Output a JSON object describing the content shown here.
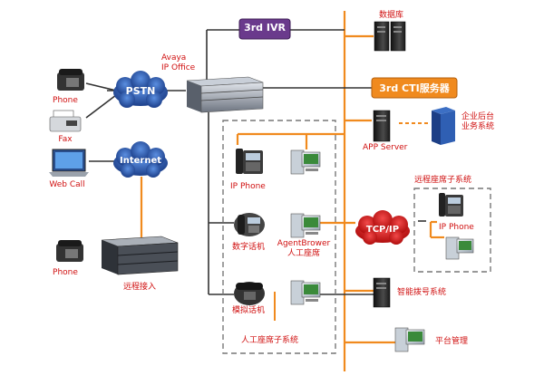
{
  "nodes": {
    "ivr": "3rd IVR",
    "cti": "3rd CTI服务器",
    "avaya": "Avaya\nIP Office",
    "pstn": "PSTN",
    "internet": "Internet",
    "tcpip": "TCP/IP",
    "phone1": "Phone",
    "fax": "Fax",
    "webcall": "Web Call",
    "phone2": "Phone",
    "remote_access": "远程接入",
    "database": "数据库",
    "enterprise": "企业后台\n业务系统",
    "app_server": "APP Server",
    "ip_phone": "IP Phone",
    "digital_phone": "数字话机",
    "agent_browser": "AgentBrower\n人工座席",
    "analog_phone": "模拟话机",
    "agent_subsystem": "人工座席子系统",
    "remote_subsystem": "远程座席子系统",
    "remote_ip_phone": "IP Phone",
    "dialing": "智能拨号系统",
    "platform": "平台管理"
  },
  "colors": {
    "label": "#d01010",
    "bus": "#f08a1e",
    "ivr_fill": "#6a3a8c",
    "cti_fill": "#f08a1e",
    "cloud_fill": "#2f5fb3",
    "tcpip_fill": "#d81818",
    "dashed": "#777777",
    "server": "#2a2a2a"
  }
}
